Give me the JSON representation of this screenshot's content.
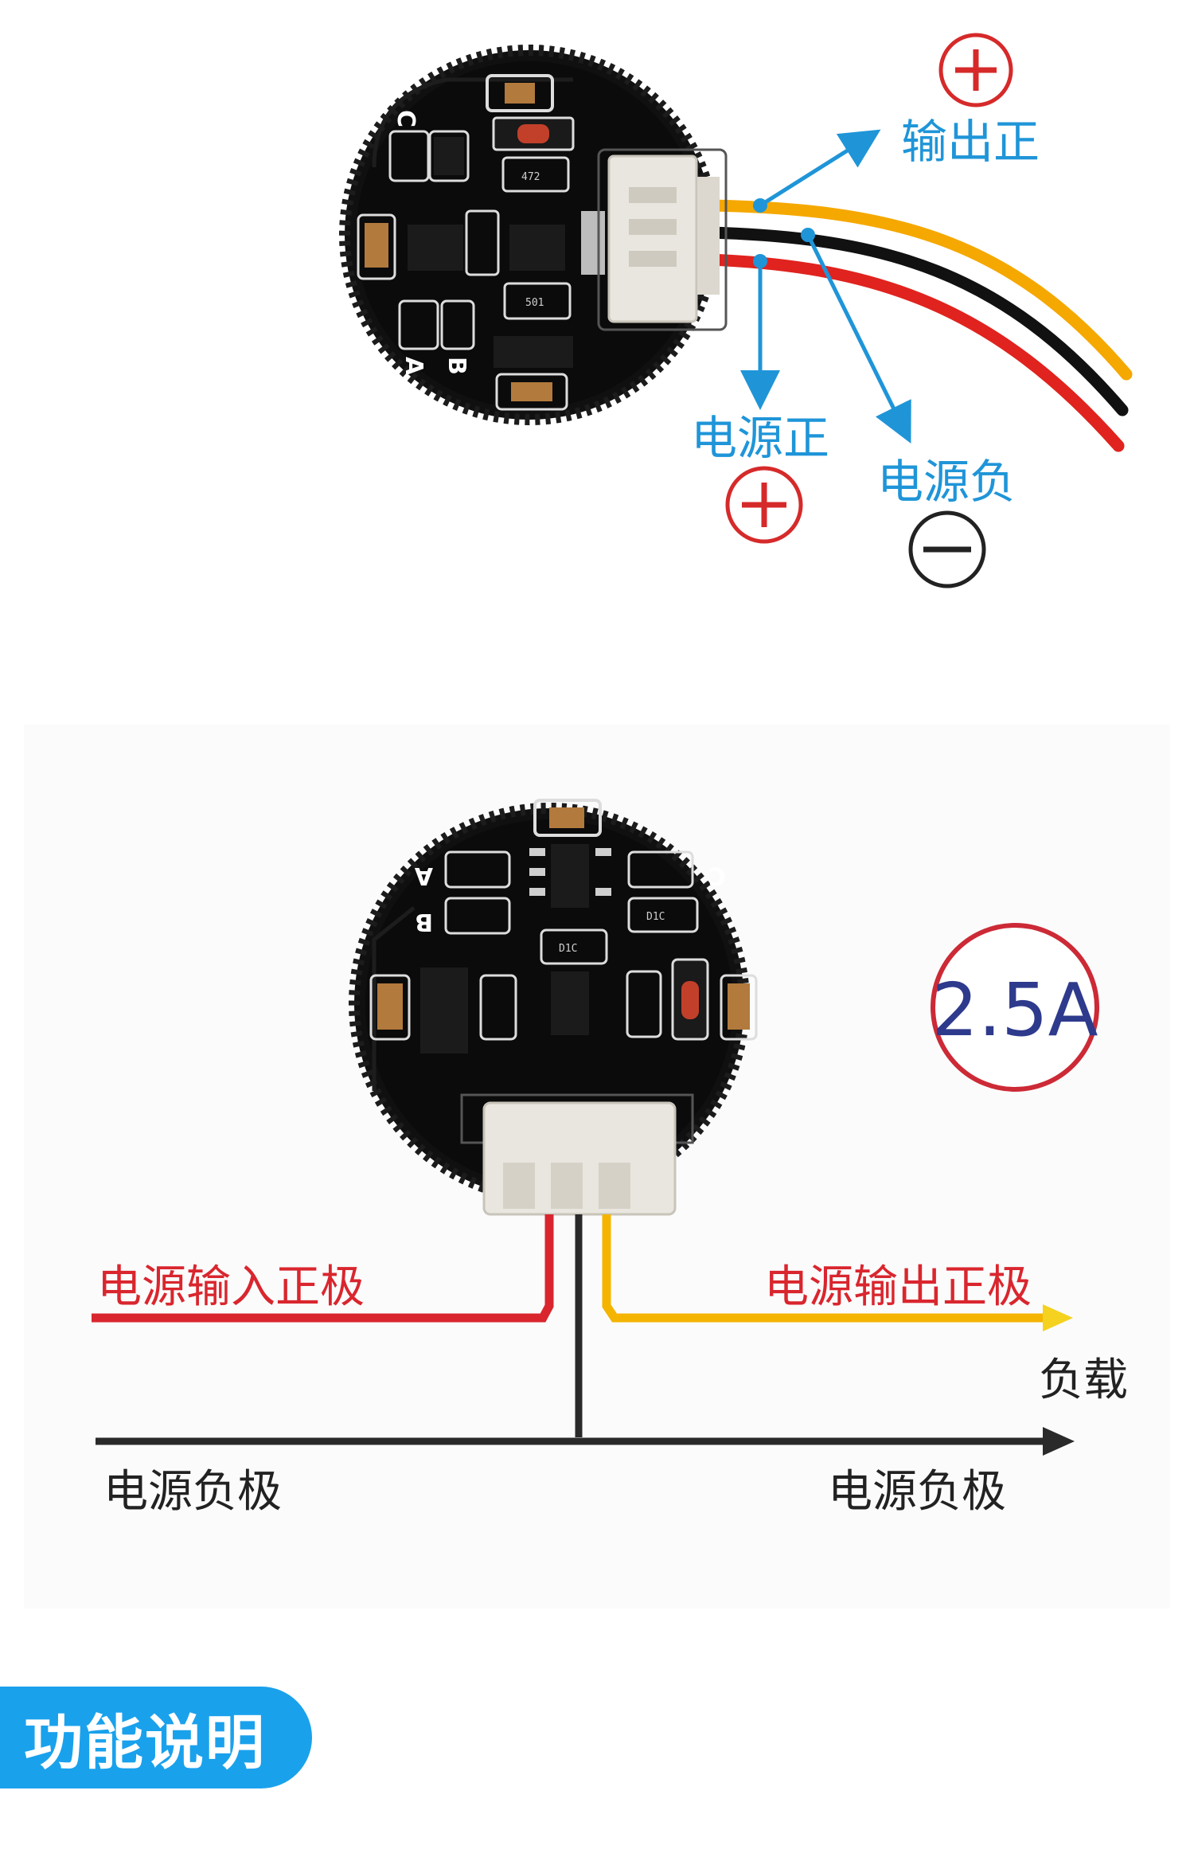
{
  "wiring_photo": {
    "labels": {
      "output_positive": "输出正",
      "power_positive": "电源正",
      "power_negative": "电源负"
    },
    "board_silkscreen": {
      "c": "C",
      "a": "A",
      "b": "B"
    },
    "colors": {
      "label_blue": "#1f95d8",
      "plus_red": "#d62a2a",
      "minus_black": "#222222",
      "wire_yellow": "#f5a800",
      "wire_red": "#e0231e",
      "wire_black": "#111111"
    }
  },
  "function_diagram": {
    "rating": "2.5A",
    "labels": {
      "input_positive": "电源输入正极",
      "output_positive": "电源输出正极",
      "load": "负载",
      "negative_left": "电源负极",
      "negative_right": "电源负极"
    },
    "board_silkscreen": {
      "a": "A",
      "b": "B",
      "c": "C"
    },
    "colors": {
      "red_label": "#d9262e",
      "rating_text": "#2e3a8c",
      "rating_ring": "#cc2a36",
      "arrow_yellow": "#f4d21f",
      "line_black": "#2a2a2a"
    }
  },
  "section_tab": {
    "title": "功能说明",
    "color": "#1aa1ec"
  }
}
